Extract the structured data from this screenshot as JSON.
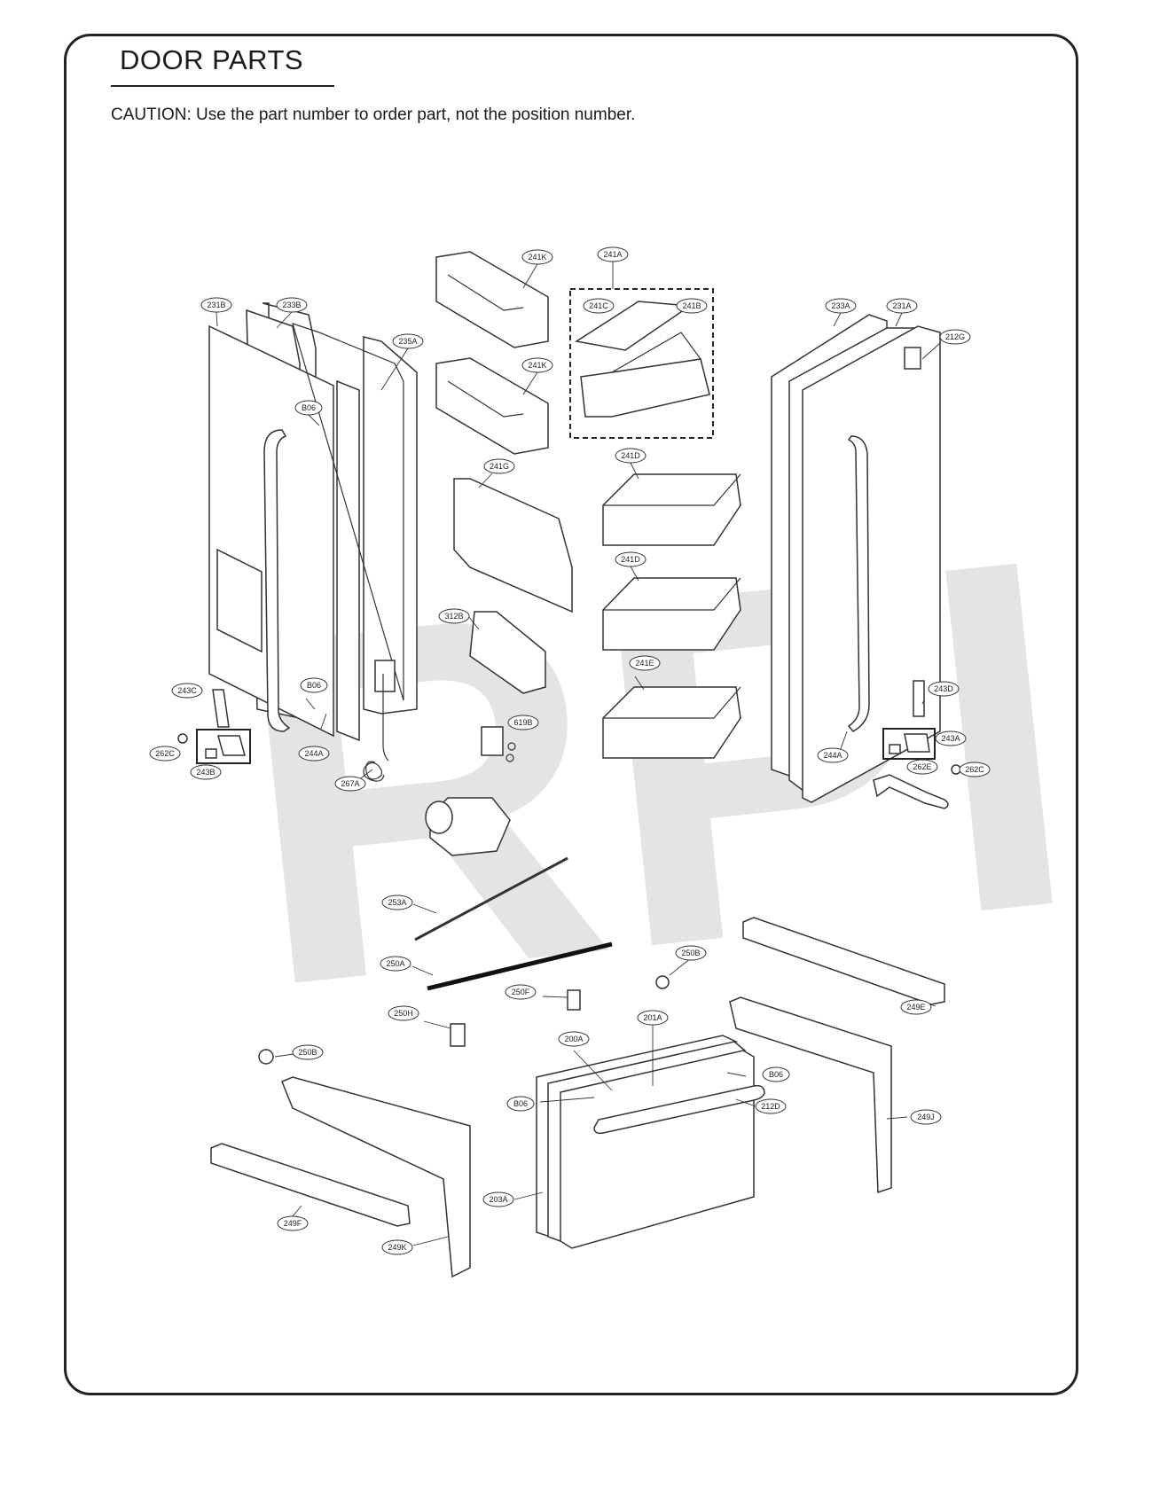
{
  "header": {
    "title": "DOOR PARTS",
    "caution": "CAUTION: Use the part number to order part, not the position number."
  },
  "watermark": "RPI",
  "labels": [
    {
      "id": "l-241k-a",
      "text": "241K"
    },
    {
      "id": "l-241a",
      "text": "241A"
    },
    {
      "id": "l-241c",
      "text": "241C"
    },
    {
      "id": "l-241b",
      "text": "241B"
    },
    {
      "id": "l-241k-b",
      "text": "241K"
    },
    {
      "id": "l-231b",
      "text": "231B"
    },
    {
      "id": "l-233b",
      "text": "233B"
    },
    {
      "id": "l-235a",
      "text": "235A"
    },
    {
      "id": "l-b06-a",
      "text": "B06"
    },
    {
      "id": "l-233a",
      "text": "233A"
    },
    {
      "id": "l-231a",
      "text": "231A"
    },
    {
      "id": "l-212g",
      "text": "212G"
    },
    {
      "id": "l-241g",
      "text": "241G"
    },
    {
      "id": "l-241d-a",
      "text": "241D"
    },
    {
      "id": "l-241d-b",
      "text": "241D"
    },
    {
      "id": "l-312b",
      "text": "312B"
    },
    {
      "id": "l-241e",
      "text": "241E"
    },
    {
      "id": "l-243c",
      "text": "243C"
    },
    {
      "id": "l-b06-b",
      "text": "B06"
    },
    {
      "id": "l-243d",
      "text": "243D"
    },
    {
      "id": "l-619b",
      "text": "619B"
    },
    {
      "id": "l-262c-a",
      "text": "262C"
    },
    {
      "id": "l-244a-a",
      "text": "244A"
    },
    {
      "id": "l-243b",
      "text": "243B"
    },
    {
      "id": "l-267a",
      "text": "267A"
    },
    {
      "id": "l-244a-b",
      "text": "244A"
    },
    {
      "id": "l-243a",
      "text": "243A"
    },
    {
      "id": "l-262e",
      "text": "262E"
    },
    {
      "id": "l-262c-b",
      "text": "262C"
    },
    {
      "id": "l-253a",
      "text": "253A"
    },
    {
      "id": "l-250b-a",
      "text": "250B"
    },
    {
      "id": "l-250a",
      "text": "250A"
    },
    {
      "id": "l-250f",
      "text": "250F"
    },
    {
      "id": "l-249e",
      "text": "249E"
    },
    {
      "id": "l-250h",
      "text": "250H"
    },
    {
      "id": "l-201a",
      "text": "201A"
    },
    {
      "id": "l-200a",
      "text": "200A"
    },
    {
      "id": "l-250b-b",
      "text": "250B"
    },
    {
      "id": "l-b06-c",
      "text": "B06"
    },
    {
      "id": "l-b06-d",
      "text": "B06"
    },
    {
      "id": "l-212d",
      "text": "212D"
    },
    {
      "id": "l-249j",
      "text": "249J"
    },
    {
      "id": "l-203a",
      "text": "203A"
    },
    {
      "id": "l-249f",
      "text": "249F"
    },
    {
      "id": "l-249k",
      "text": "249K"
    }
  ]
}
